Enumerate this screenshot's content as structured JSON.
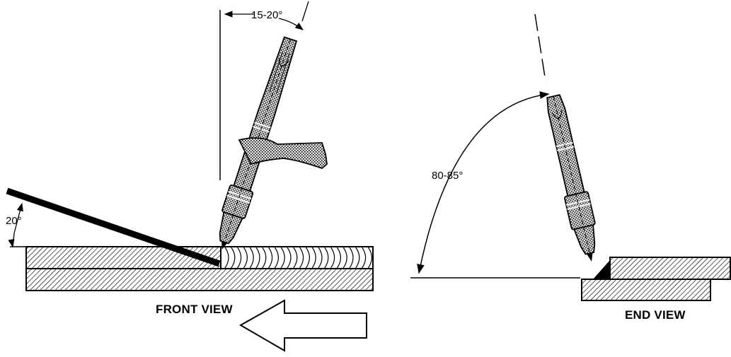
{
  "front_view": {
    "label": "FRONT VIEW",
    "torch_angle": "15-20°",
    "rod_angle": "20°"
  },
  "end_view": {
    "label": "END VIEW",
    "torch_angle": "80-85°"
  }
}
